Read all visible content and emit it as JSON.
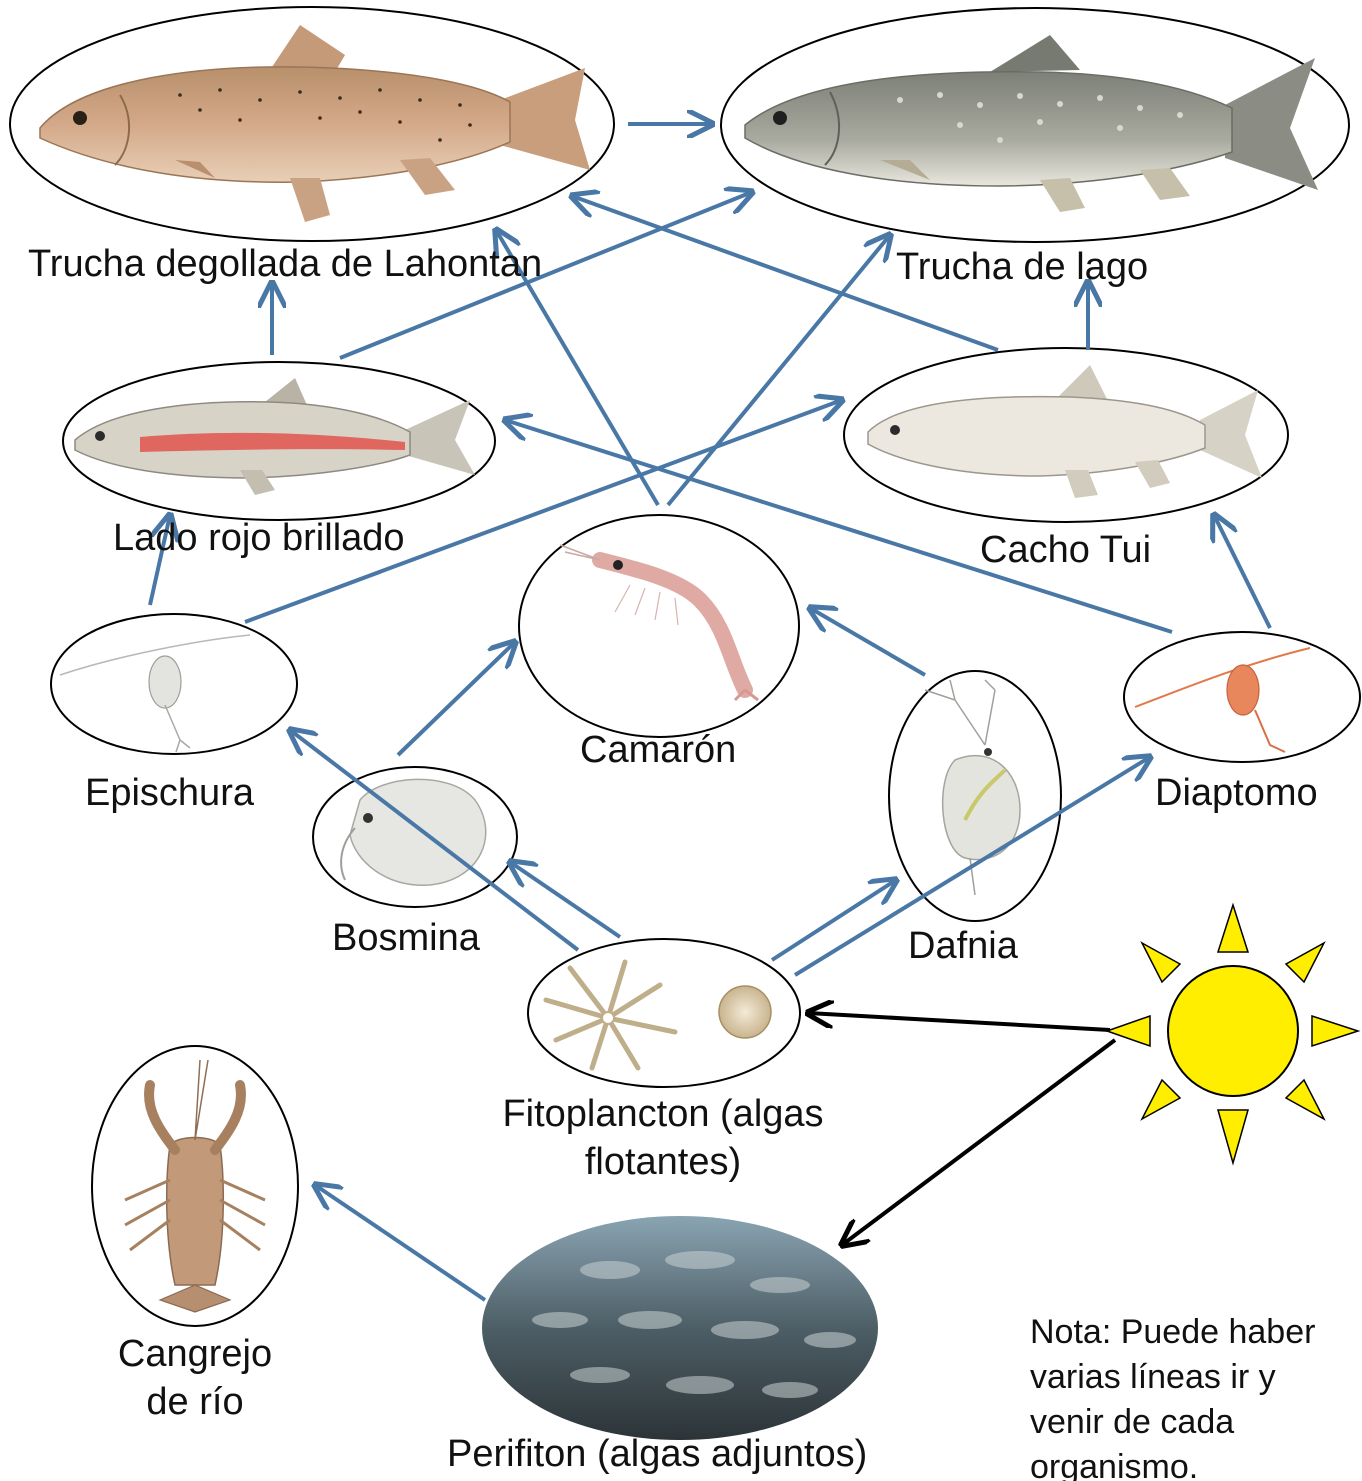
{
  "organisms": {
    "cutthroat_trout": "Trucha degollada de Lahontan",
    "lake_trout": "Trucha de lago",
    "redside_shiner": "Lado rojo brillado",
    "tui_chub": "Cacho Tui",
    "shrimp": "Camarón",
    "epischura": "Epischura",
    "diaptomus": "Diaptomo",
    "bosmina": "Bosmina",
    "daphnia": "Dafnia",
    "phytoplankton_line1": "Fitoplancton (algas",
    "phytoplankton_line2": "flotantes)",
    "crayfish_line1": "Cangrejo",
    "crayfish_line2": "de río",
    "periphyton": "Perifiton (algas adjuntos)"
  },
  "note": {
    "line1": "Nota: Puede haber",
    "line2": "varias líneas ir y",
    "line3": "venir de cada",
    "line4": "organismo."
  },
  "colors": {
    "arrow": "#4a78a6",
    "sun_arrow": "#000000",
    "sun_fill": "#ffee00",
    "outline": "#000000"
  }
}
